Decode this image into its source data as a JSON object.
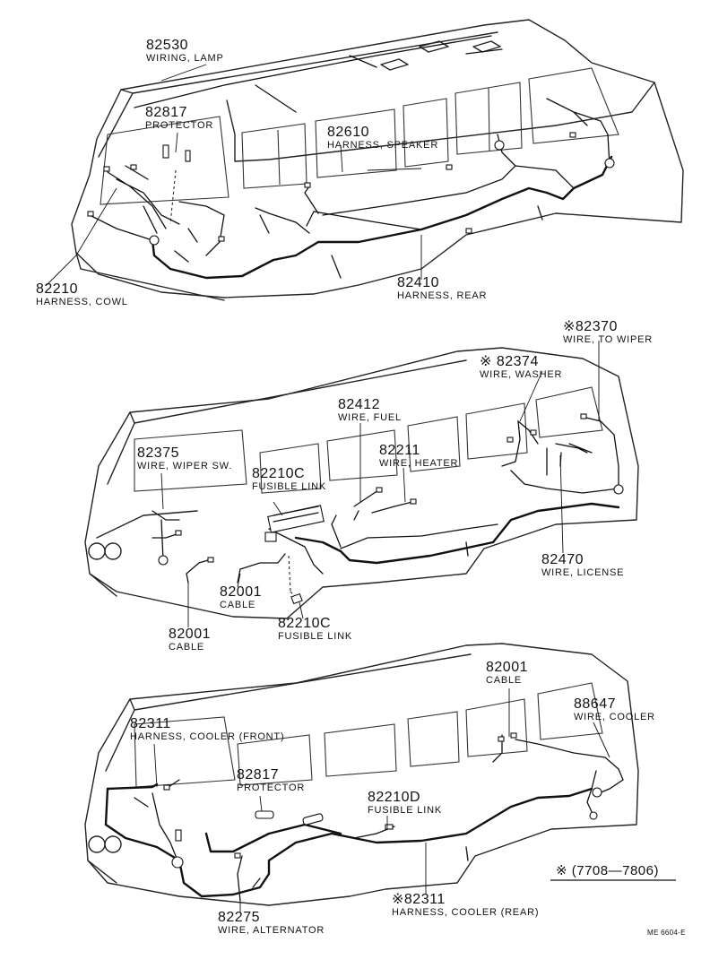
{
  "parts": [
    {
      "num": "82530",
      "desc": "WIRING, LAMP"
    },
    {
      "num": "82817",
      "desc": "PROTECTOR"
    },
    {
      "num": "82610",
      "desc": "HARNESS, SPEAKER"
    },
    {
      "num": "82210",
      "desc": "HARNESS, COWL"
    },
    {
      "num": "82410",
      "desc": "HARNESS, REAR"
    },
    {
      "num": "※82370",
      "desc": "WIRE, TO WIPER"
    },
    {
      "num": "※ 82374",
      "desc": "WIRE, WASHER"
    },
    {
      "num": "82412",
      "desc": "WIRE, FUEL"
    },
    {
      "num": "82375",
      "desc": "WIRE, WIPER SW."
    },
    {
      "num": "82210C",
      "desc": "FUSIBLE LINK"
    },
    {
      "num": "82211",
      "desc": "WIRE, HEATER"
    },
    {
      "num": "82001",
      "desc": "CABLE"
    },
    {
      "num": "82001",
      "desc": "CABLE"
    },
    {
      "num": "82210C",
      "desc": "FUSIBLE LINK"
    },
    {
      "num": "82470",
      "desc": "WIRE, LICENSE"
    },
    {
      "num": "82001",
      "desc": "CABLE"
    },
    {
      "num": "88647",
      "desc": "WIRE, COOLER"
    },
    {
      "num": "82311",
      "desc": "HARNESS, COOLER (FRONT)"
    },
    {
      "num": "82817",
      "desc": "PROTECTOR"
    },
    {
      "num": "82210D",
      "desc": "FUSIBLE LINK"
    },
    {
      "num": "※82311",
      "desc": "HARNESS, COOLER (REAR)"
    },
    {
      "num": "82275",
      "desc": "WIRE, ALTERNATOR"
    }
  ],
  "date_note": "※ (7708—7806)",
  "figure_code": "ME 6604-E"
}
